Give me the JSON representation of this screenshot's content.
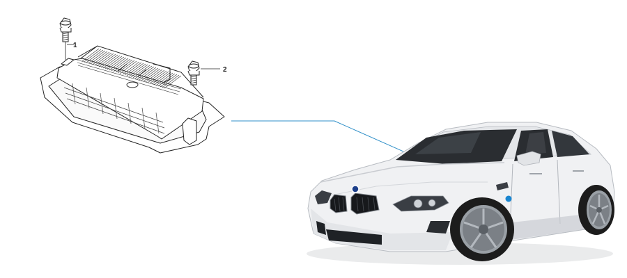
{
  "diagram": {
    "callouts": [
      {
        "number": "1",
        "part": "screw"
      },
      {
        "number": "2",
        "part": "screw"
      }
    ],
    "components": {
      "module": "control-module",
      "vehicle": "sedan"
    },
    "colors": {
      "line_art": "#222222",
      "leader_line": "#2f8fc8",
      "location_dot": "#1a86d0",
      "car_body": "#f0f1f3",
      "car_shade": "#c9ccd1",
      "glass": "#2a2d31",
      "tire": "#1c1c1c",
      "rim": "#9aa0a6"
    }
  }
}
